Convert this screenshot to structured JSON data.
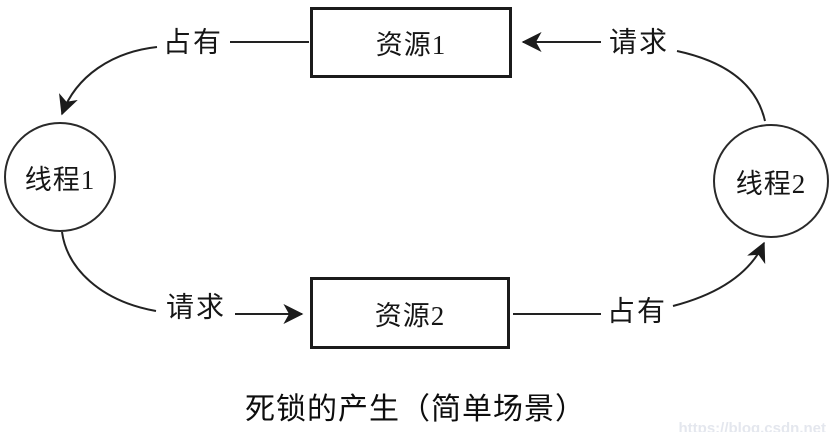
{
  "diagram": {
    "type": "deadlock-flow-diagram",
    "nodes": {
      "resource1": {
        "label": "资源1",
        "shape": "rect"
      },
      "resource2": {
        "label": "资源2",
        "shape": "rect"
      },
      "thread1": {
        "label": "线程1",
        "shape": "circle"
      },
      "thread2": {
        "label": "线程2",
        "shape": "circle"
      }
    },
    "edges": [
      {
        "id": "hold-top",
        "from": "resource1",
        "to": "thread1",
        "label": "占有"
      },
      {
        "id": "request-top",
        "from": "thread2",
        "to": "resource1",
        "label": "请求"
      },
      {
        "id": "request-bottom",
        "from": "thread1",
        "to": "resource2",
        "label": "请求"
      },
      {
        "id": "hold-bottom",
        "from": "resource2",
        "to": "thread2",
        "label": "占有"
      }
    ],
    "caption": "死锁的产生（简单场景）",
    "watermark": "https://blog.csdn.net",
    "colors": {
      "line": "#222222",
      "background": "#ffffff",
      "watermark": "#e4e7ee"
    }
  }
}
